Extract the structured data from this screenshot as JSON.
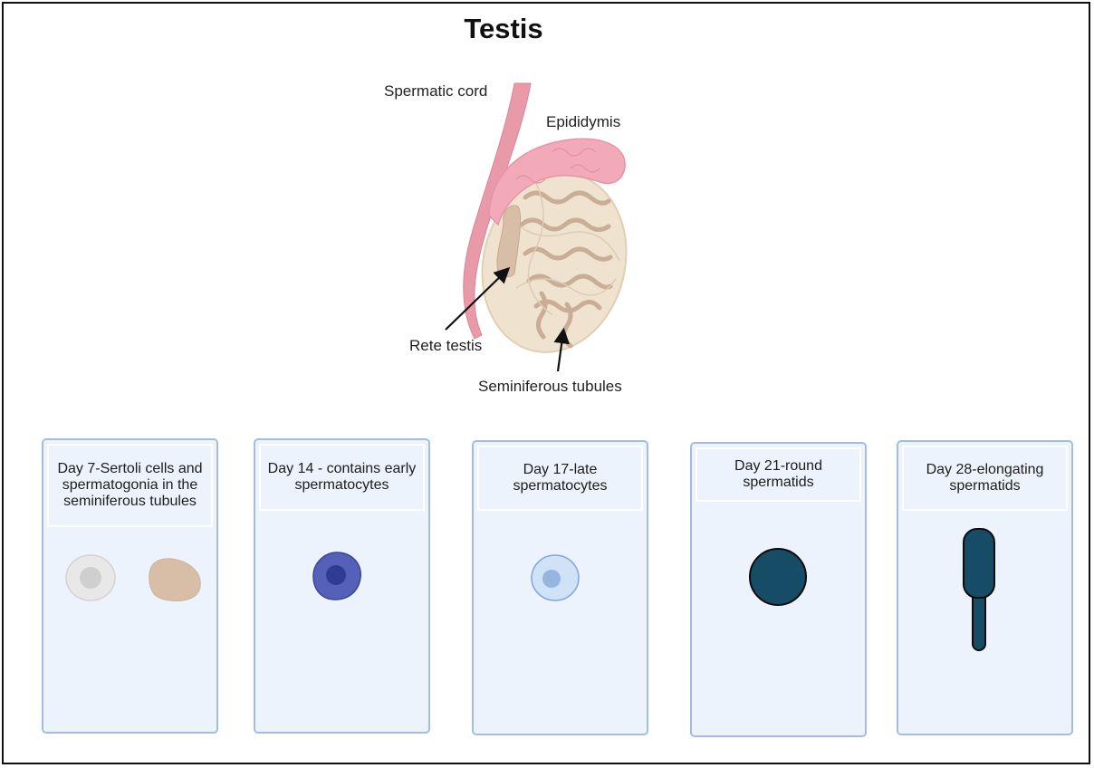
{
  "title": "Testis",
  "anatomy": {
    "labels": {
      "spermatic_cord": "Spermatic cord",
      "epididymis": "Epididymis",
      "rete_testis": "Rete testis",
      "seminiferous_tubules": "Seminiferous tubules"
    }
  },
  "stages": [
    {
      "label": "Day 7-Sertoli cells and spermatogonia in the seminiferous tubules",
      "cells": [
        "sertoli-cell-icon",
        "spermatogonium-icon"
      ]
    },
    {
      "label": "Day 14 - contains early spermatocytes",
      "cells": [
        "early-spermatocyte-icon"
      ]
    },
    {
      "label": "Day 17-late spermatocytes",
      "cells": [
        "late-spermatocyte-icon"
      ]
    },
    {
      "label": "Day 21-round spermatids",
      "cells": [
        "round-spermatid-icon"
      ]
    },
    {
      "label": "Day 28-elongating spermatids",
      "cells": [
        "elongating-spermatid-icon"
      ]
    }
  ],
  "colors": {
    "card_bg": "#ecf3fc",
    "card_border": "#a4bddf",
    "spermatic_cord": "#e89aa8",
    "epididymis": "#f2a9b8",
    "testis": "#efe3cf",
    "tubules": "#c9ad96",
    "sertoli": "#e8e8e8",
    "spermatogonium": "#d9bea7",
    "early_spermatocyte": "#5560b8",
    "late_spermatocyte": "#cfe2f6",
    "spermatid": "#174c66"
  }
}
